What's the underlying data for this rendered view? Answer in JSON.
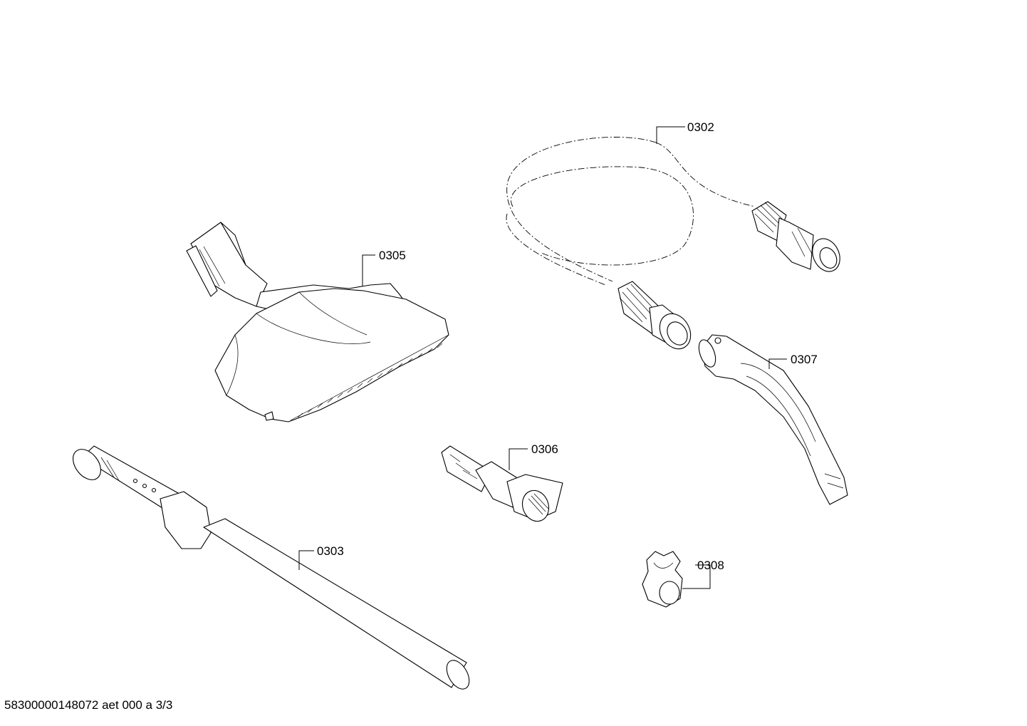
{
  "parts": [
    {
      "id": "0302",
      "name": "hose"
    },
    {
      "id": "0303",
      "name": "tube"
    },
    {
      "id": "0305",
      "name": "floor-nozzle"
    },
    {
      "id": "0306",
      "name": "crevice-nozzle"
    },
    {
      "id": "0307",
      "name": "handle"
    },
    {
      "id": "0308",
      "name": "clip"
    }
  ],
  "labels": {
    "p0302": "0302",
    "p0303": "0303",
    "p0305": "0305",
    "p0306": "0306",
    "p0307": "0307",
    "p0308": "0308"
  },
  "footer": "58300000148072 aet 000 a 3/3"
}
